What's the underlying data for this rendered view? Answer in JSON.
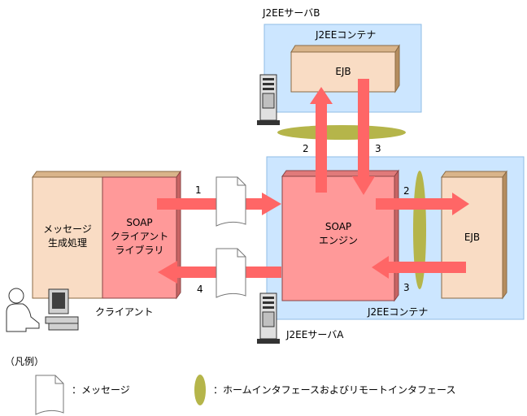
{
  "server_b": {
    "label": "J2EEサーバB",
    "container_label": "J2EEコンテナ",
    "ejb_label": "EJB"
  },
  "server_a": {
    "label": "J2EEサーバA",
    "container_label": "J2EEコンテナ",
    "soap_engine_label": "SOAP\nエンジン",
    "ejb_label": "EJB"
  },
  "client": {
    "label": "クライアント",
    "message_proc_label": "メッセージ\n生成処理",
    "soap_client_label": "SOAP\nクライアント\nライブラリ"
  },
  "arrows": {
    "step1": "1",
    "step4": "4",
    "b_step2": "2",
    "b_step3": "3",
    "a_step2": "2",
    "a_step3": "3"
  },
  "legend": {
    "title": "（凡例）",
    "message_desc": "：メッセージ",
    "interface_desc": "：ホームインタフェースおよびリモートインタフェース"
  },
  "colors": {
    "container_fill": "#cce6ff",
    "ejb_fill": "#f9dcc4",
    "soap_fill": "#ff9999",
    "arrow": "#ff6666",
    "interface": "#b5b54a",
    "box_edge": "#c49a6a"
  }
}
